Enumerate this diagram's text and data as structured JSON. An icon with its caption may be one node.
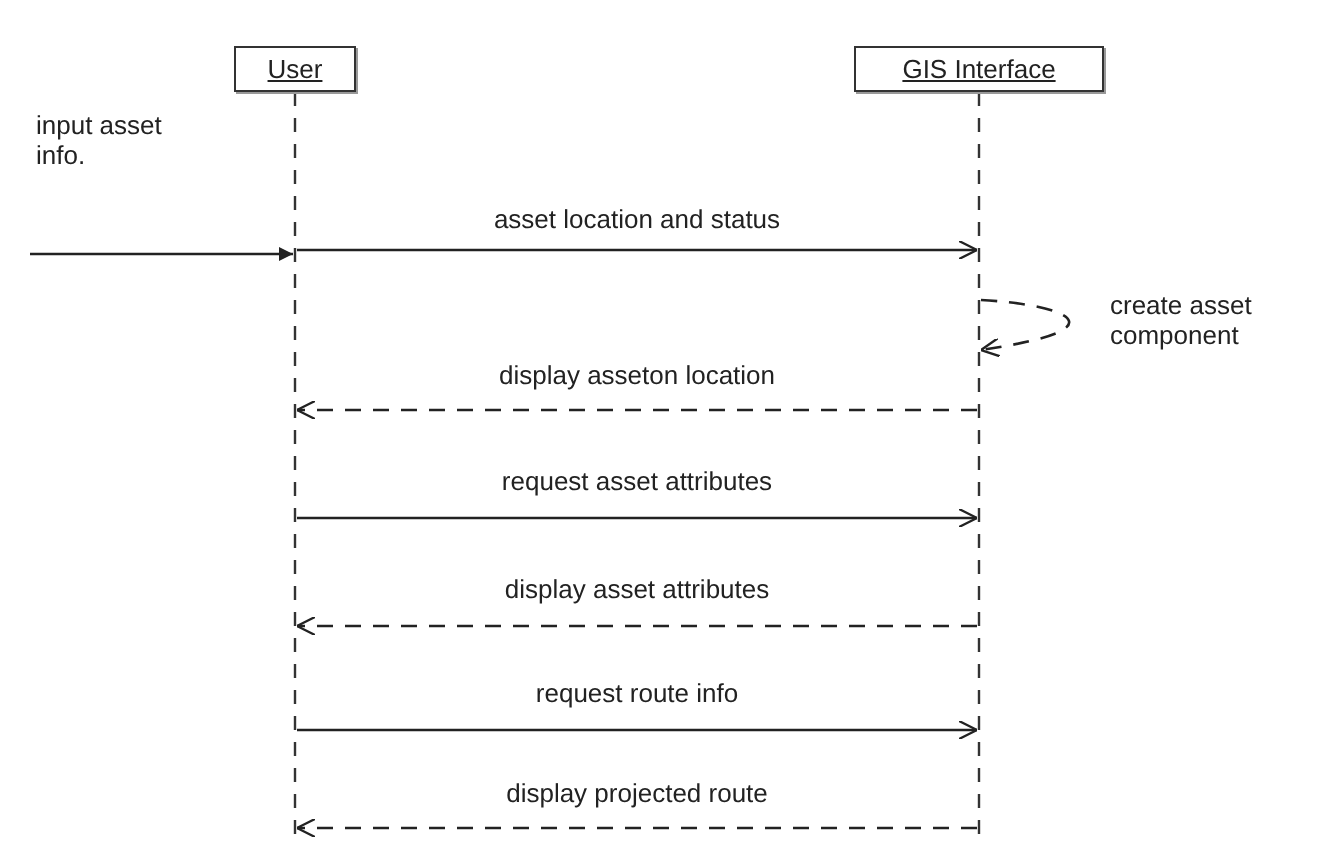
{
  "diagram": {
    "nodes": [
      {
        "text": [
          "User"
        ]
      },
      {
        "text": [
          "GIS Interface"
        ]
      }
    ],
    "edges": [
      {
        "from": null,
        "to": 0,
        "arrow": "to",
        "label": "input asset info."
      },
      {
        "from": 0,
        "to": 1,
        "arrow": "to",
        "label": "asset location and status"
      },
      {
        "from": 1,
        "to": 1,
        "arrow": "to",
        "label": "create asset component",
        "style": "dashed"
      },
      {
        "from": 1,
        "to": 0,
        "arrow": "to",
        "label": "display asseton location",
        "style": "dashed"
      },
      {
        "from": 0,
        "to": 1,
        "arrow": "to",
        "label": "request asset attributes"
      },
      {
        "from": 1,
        "to": 0,
        "arrow": "to",
        "label": "display asset attributes",
        "style": "dashed"
      },
      {
        "from": 0,
        "to": 1,
        "arrow": "to",
        "label": "request route info"
      },
      {
        "from": 1,
        "to": 0,
        "arrow": "to",
        "label": "display projected route",
        "style": "dashed"
      }
    ]
  }
}
